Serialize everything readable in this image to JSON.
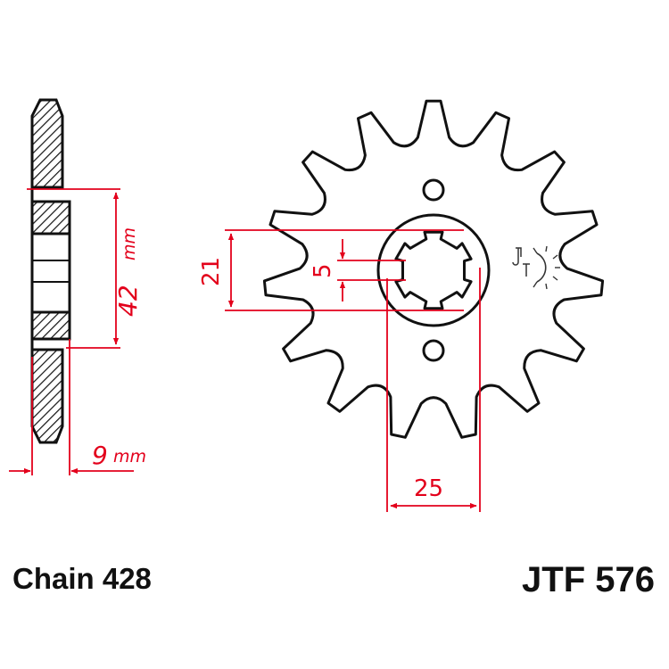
{
  "diagram": {
    "side_view": {
      "height_value": "42",
      "height_unit": "mm",
      "width_value": "9",
      "width_unit": "mm"
    },
    "front_view": {
      "teeth": 15,
      "spline_outer_value": "21",
      "spline_width_value": "5",
      "bore_value": "25"
    }
  },
  "footer": {
    "chain_label": "Chain 428",
    "part_number": "JTF 576"
  },
  "colors": {
    "outline": "#111111",
    "dimension": "#e3001b",
    "hatch": "#111111",
    "logo": "#333333"
  },
  "icons": {
    "logo": "jt-sprocket-logo-icon"
  }
}
